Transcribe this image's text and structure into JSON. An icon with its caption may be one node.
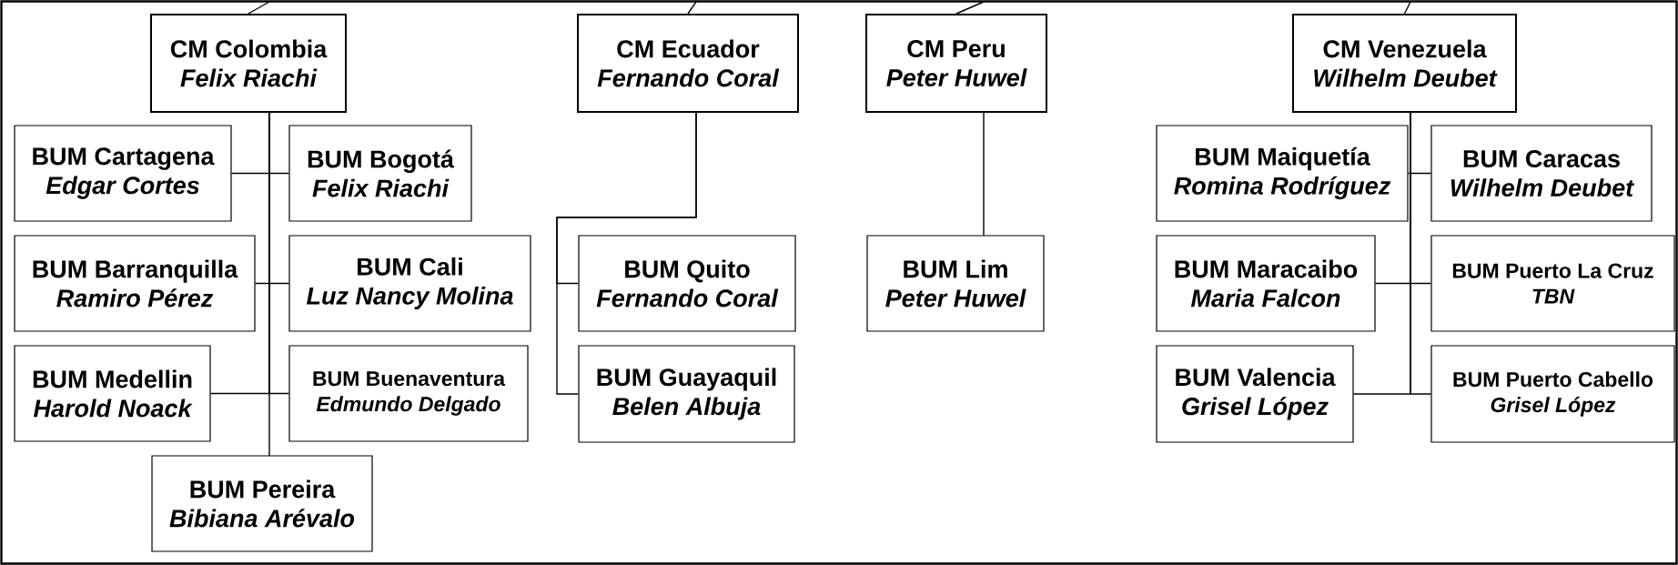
{
  "diagram": {
    "nodes": [
      {
        "text": [
          "CM Colombia",
          "Felix Riachi"
        ]
      },
      {
        "text": [
          "BUM Cartagena",
          "Edgar Cortes"
        ]
      },
      {
        "text": [
          "BUM Bogotá",
          "Felix Riachi"
        ]
      },
      {
        "text": [
          "BUM Barranquilla",
          "Ramiro Pérez"
        ]
      },
      {
        "text": [
          "BUM Cali",
          "Luz Nancy Molina"
        ]
      },
      {
        "text": [
          "BUM Medellin",
          "Harold Noack"
        ]
      },
      {
        "text": [
          "BUM Buenaventura",
          "Edmundo Delgado"
        ]
      },
      {
        "text": [
          "BUM Pereira",
          "Bibiana Arévalo"
        ]
      },
      {
        "text": [
          "CM Ecuador",
          "Fernando Coral"
        ]
      },
      {
        "text": [
          "BUM Quito",
          "Fernando Coral"
        ]
      },
      {
        "text": [
          "BUM Guayaquil",
          "Belen Albuja"
        ]
      },
      {
        "text": [
          "CM Peru",
          "Peter Huwel"
        ]
      },
      {
        "text": [
          "BUM Lim",
          "Peter Huwel"
        ]
      },
      {
        "text": [
          "CM Venezuela",
          "Wilhelm Deubet"
        ]
      },
      {
        "text": [
          "BUM Maiquetía",
          "Romina Rodríguez"
        ]
      },
      {
        "text": [
          "BUM Caracas",
          "Wilhelm Deubet"
        ]
      },
      {
        "text": [
          "BUM Maracaibo",
          "Maria Falcon"
        ]
      },
      {
        "text": [
          "BUM Puerto La Cruz",
          "TBN"
        ]
      },
      {
        "text": [
          "BUM Valencia",
          "Grisel López"
        ]
      },
      {
        "text": [
          "BUM Puerto Cabello",
          "Grisel López"
        ]
      }
    ],
    "edges": [
      {
        "from": null,
        "to": 0,
        "arrow": "none"
      },
      {
        "from": null,
        "to": 8,
        "arrow": "none"
      },
      {
        "from": null,
        "to": 11,
        "arrow": "none"
      },
      {
        "from": null,
        "to": 13,
        "arrow": "none"
      },
      {
        "from": 0,
        "to": 1,
        "arrow": "none"
      },
      {
        "from": 0,
        "to": 2,
        "arrow": "none"
      },
      {
        "from": 0,
        "to": 3,
        "arrow": "none"
      },
      {
        "from": 0,
        "to": 4,
        "arrow": "none"
      },
      {
        "from": 0,
        "to": 5,
        "arrow": "none"
      },
      {
        "from": 0,
        "to": 6,
        "arrow": "none"
      },
      {
        "from": 0,
        "to": 7,
        "arrow": "none"
      },
      {
        "from": 8,
        "to": 9,
        "arrow": "none"
      },
      {
        "from": 8,
        "to": 10,
        "arrow": "none"
      },
      {
        "from": 11,
        "to": 12,
        "arrow": "none"
      },
      {
        "from": 13,
        "to": 14,
        "arrow": "none"
      },
      {
        "from": 13,
        "to": 15,
        "arrow": "none"
      },
      {
        "from": 13,
        "to": 16,
        "arrow": "none"
      },
      {
        "from": 13,
        "to": 17,
        "arrow": "none"
      },
      {
        "from": 13,
        "to": 18,
        "arrow": "none"
      },
      {
        "from": 13,
        "to": 19,
        "arrow": "none"
      }
    ]
  }
}
